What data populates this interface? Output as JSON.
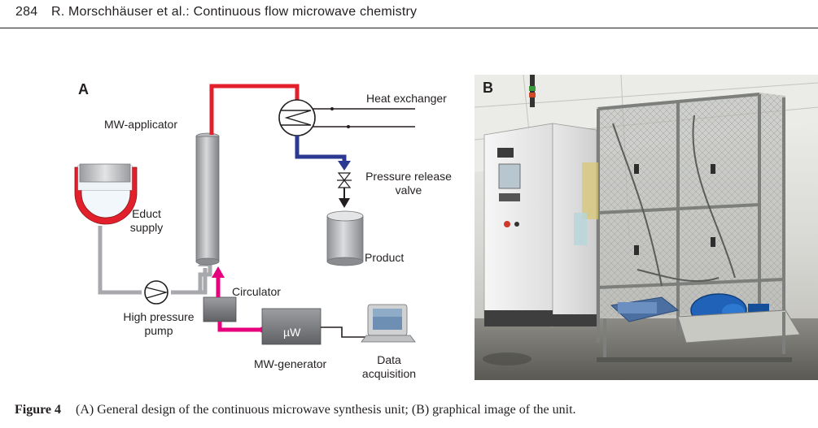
{
  "header": {
    "page_number": "284",
    "running_title": "R. Morschhäuser et al.: Continuous flow microwave chemistry"
  },
  "panel_a": {
    "letter": "A",
    "labels": {
      "mw_applicator": "MW-applicator",
      "heat_exchanger": "Heat exchanger",
      "pressure_release_1": "Pressure release",
      "pressure_release_2": "valve",
      "educt_1": "Educt",
      "educt_2": "supply",
      "product": "Product",
      "circulator": "Circulator",
      "pump_1": "High pressure",
      "pump_2": "pump",
      "uw": "µW",
      "mw_generator": "MW-generator",
      "data_1": "Data",
      "data_2": "acquisition"
    },
    "colors": {
      "hot_line": "#e2202c",
      "cold_line": "#2b3990",
      "feed_line": "#a7a9ac",
      "mw_line": "#e6007e"
    }
  },
  "panel_b": {
    "letter": "B"
  },
  "caption": {
    "figure_label": "Figure 4",
    "text": "(A) General design of the continuous microwave synthesis unit; (B) graphical image of the unit."
  }
}
